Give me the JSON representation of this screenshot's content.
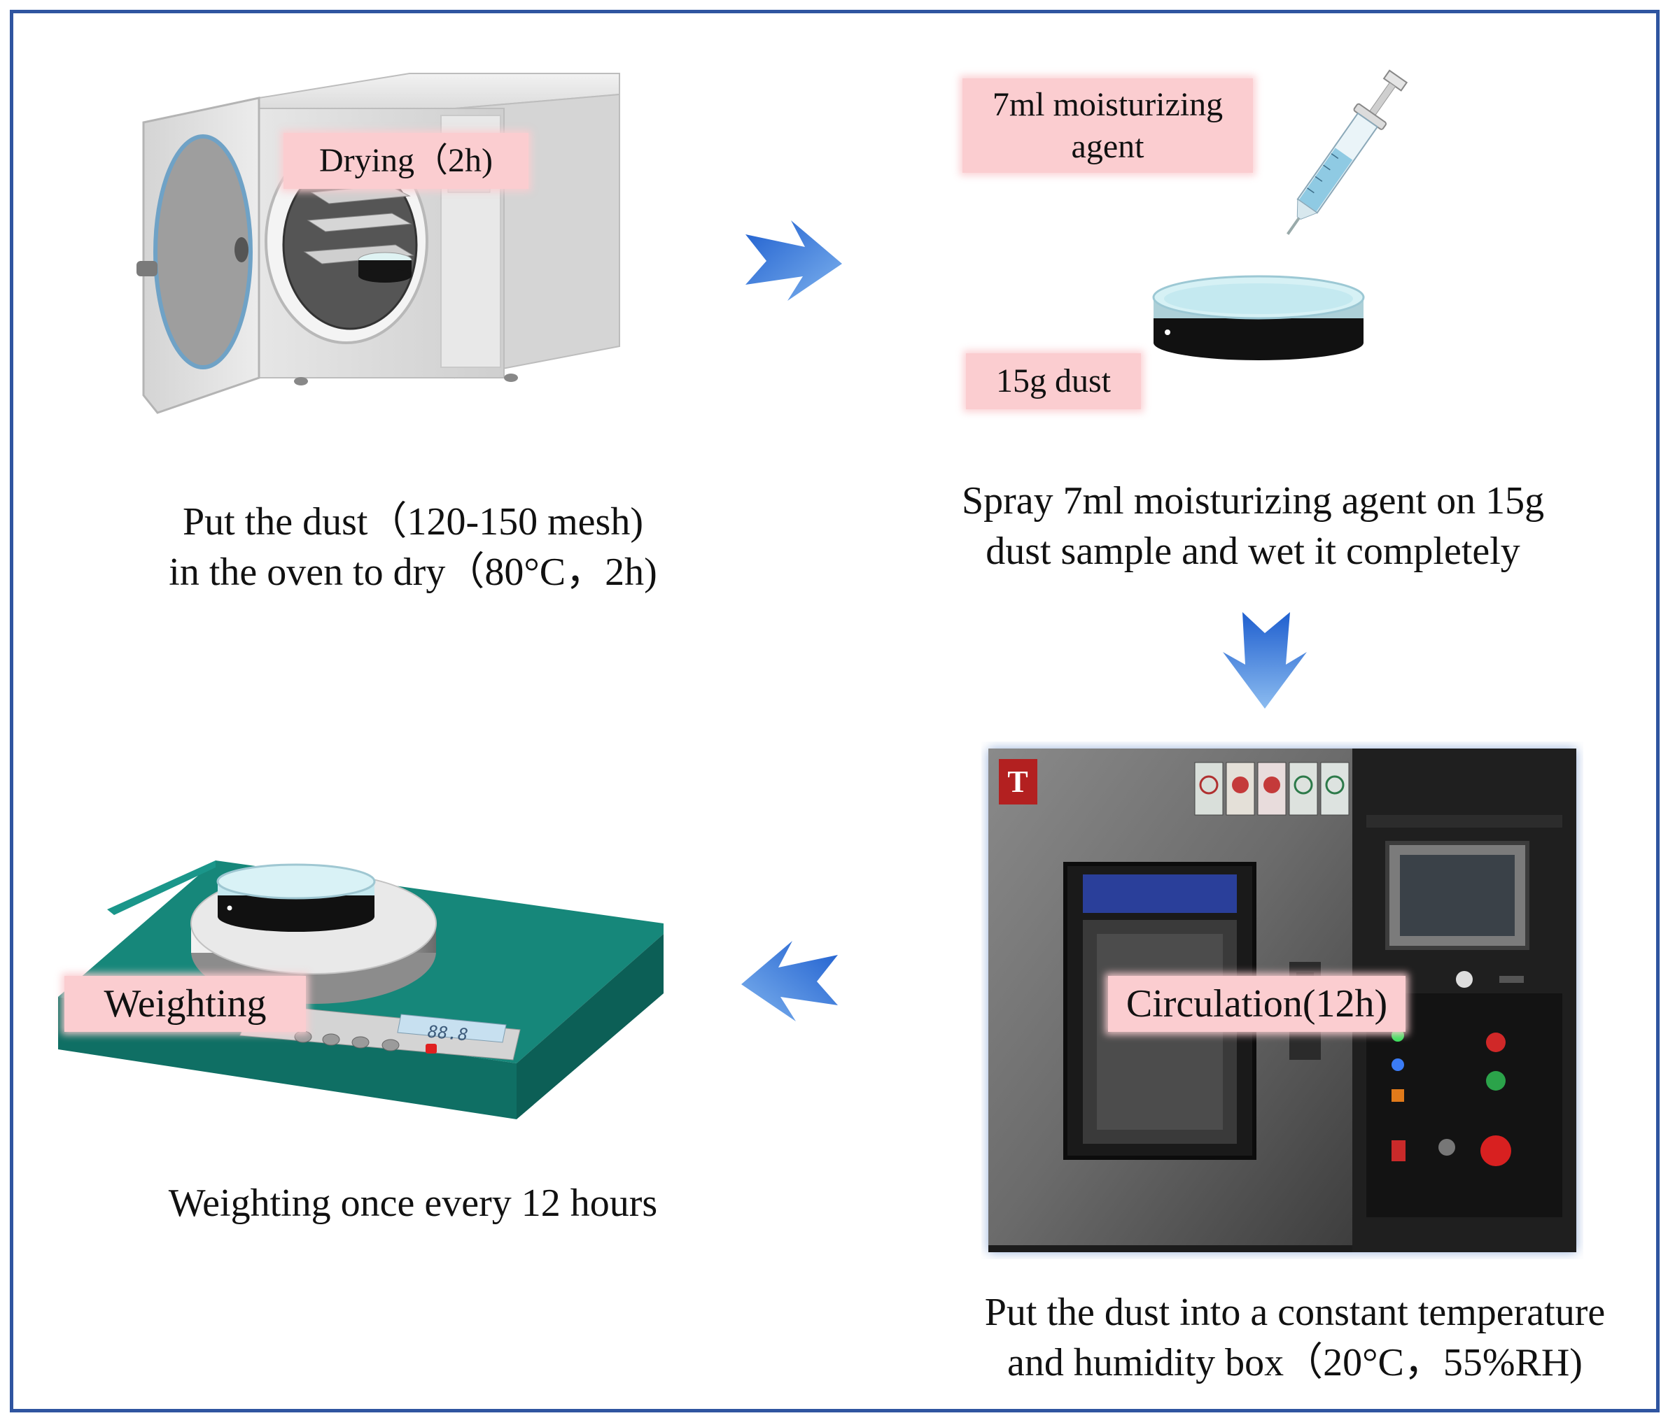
{
  "steps": [
    {
      "id": "drying",
      "tag": "Drying（2h)",
      "caption": "Put the dust（120-150 mesh)\nin the oven to dry（80°C，2h)"
    },
    {
      "id": "spraying",
      "tags": [
        "7ml moisturizing\nagent",
        "15g dust"
      ],
      "caption": "Spray 7ml moisturizing agent on 15g\ndust sample and wet it completely"
    },
    {
      "id": "circulation",
      "tag": "Circulation(12h)",
      "caption": "Put the dust into a constant temperature\nand humidity box（20°C，55%RH)"
    },
    {
      "id": "weighting",
      "tag": "Weighting",
      "display_value": "88.8",
      "caption": "Weighting once every 12 hours"
    }
  ],
  "chamber": {
    "brand_mark": "T"
  },
  "icons": [
    "oven-icon",
    "syringe-icon",
    "petri-dish-icon",
    "climate-chamber-icon",
    "balance-scale-icon",
    "arrow-right-icon",
    "arrow-down-icon",
    "arrow-left-icon"
  ],
  "colors": {
    "border": "#2f55a0",
    "tag_background": "#fbcdd0",
    "arrow": "#2a6fd1",
    "scale_body": "#16877a"
  }
}
